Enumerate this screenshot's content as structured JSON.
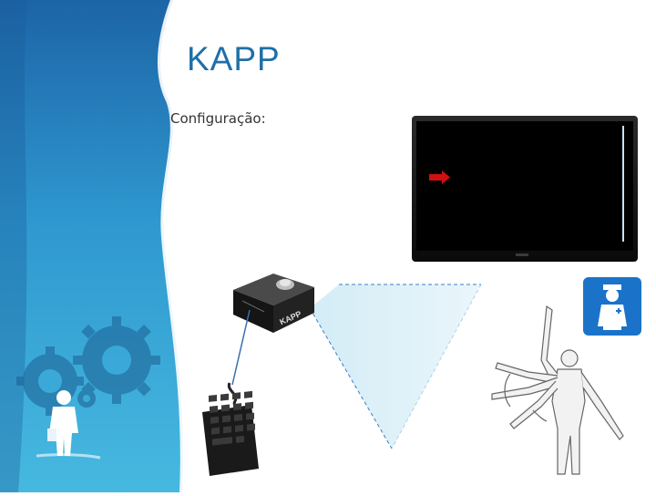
{
  "slide": {
    "title": "KAPP",
    "subtitle": "Configuração:"
  },
  "device": {
    "brand_label": "KAPP"
  },
  "icons": {
    "gears": "gears-icon",
    "businessman": "businessman-icon",
    "tv": "television-icon",
    "arrow": "red-arrow-icon",
    "device": "kapp-device-icon",
    "keypad": "numeric-keypad-icon",
    "nurse": "nurse-icon",
    "body": "human-body-movement-illustration"
  },
  "colors": {
    "panel_dark": "#1b6fae",
    "panel_light": "#3fb4de",
    "title": "#1f6fa8",
    "beam": "#dceff7",
    "arrow": "#d01010",
    "nurse_bg": "#1a73c9"
  }
}
